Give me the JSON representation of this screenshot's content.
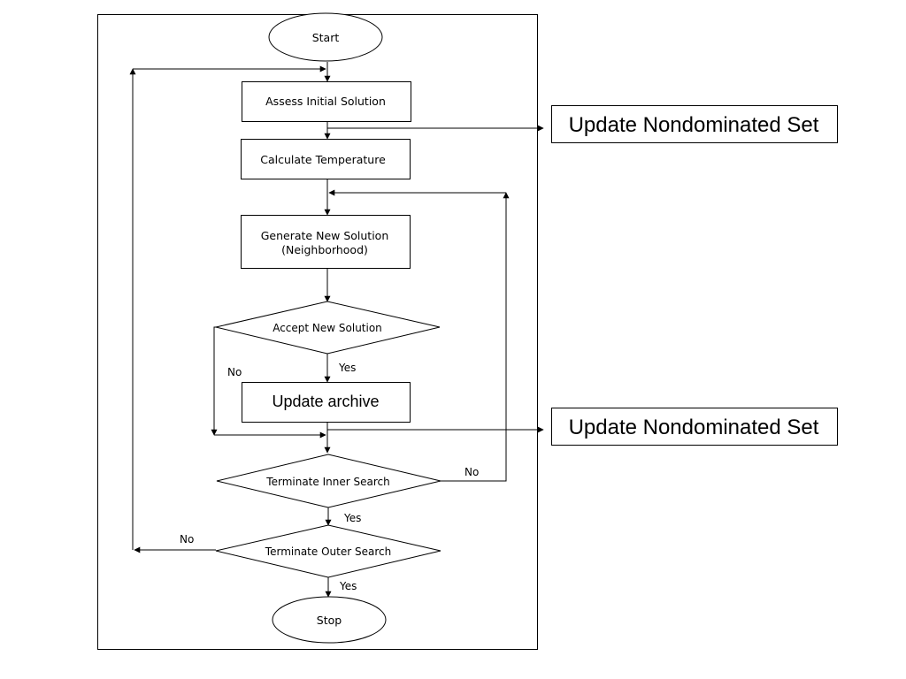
{
  "nodes": {
    "start": "Start",
    "assess": "Assess Initial Solution",
    "calc_temp": "Calculate Temperature",
    "generate_line1": "Generate New Solution",
    "generate_line2": "(Neighborhood)",
    "accept": "Accept New Solution",
    "update_archive": "Update archive",
    "term_inner": "Terminate Inner Search",
    "term_outer": "Terminate Outer Search",
    "stop": "Stop",
    "nondom_1": "Update Nondominated Set",
    "nondom_2": "Update Nondominated Set"
  },
  "edges": {
    "accept_yes": "Yes",
    "accept_no": "No",
    "inner_yes": "Yes",
    "inner_no": "No",
    "outer_yes": "Yes",
    "outer_no": "No"
  }
}
